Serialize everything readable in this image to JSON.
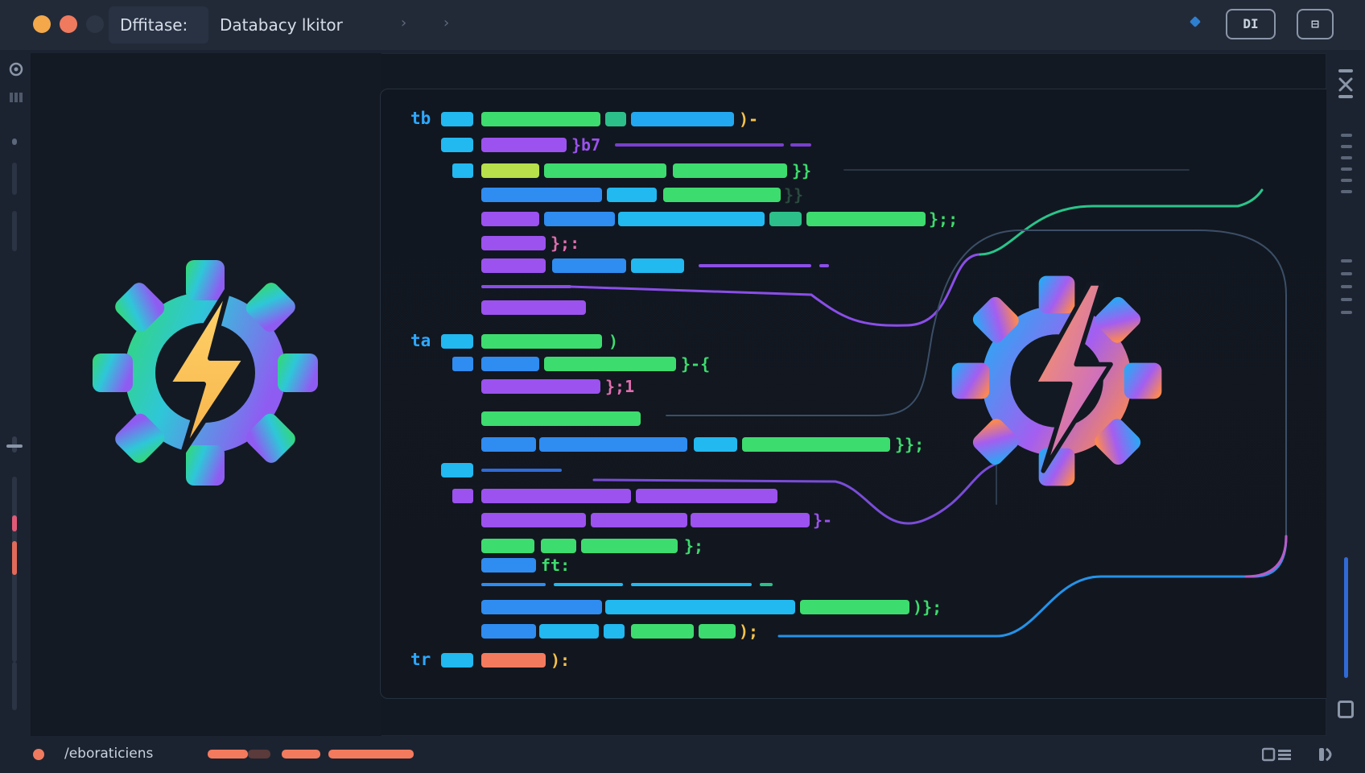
{
  "window": {
    "tabs": [
      {
        "label": "Dffitase:",
        "active": true
      },
      {
        "label": "Databacy lkitor",
        "active": false
      }
    ],
    "toolbar_buttons": [
      "DI",
      "⊟"
    ]
  },
  "code_gutter": [
    "tb",
    "ta",
    "tr"
  ],
  "code_punctuation": [
    ")-",
    "}b7",
    "}}",
    "}}",
    "};;",
    "};:",
    ")",
    "}-{",
    "};1",
    "}};",
    "}-",
    "};",
    "ft:",
    ")};",
    ");",
    "):"
  ],
  "status": {
    "path_label": "/eboraticiens"
  },
  "colors": {
    "green": "#3ddc6e",
    "teal": "#2cbf8a",
    "blue": "#2f8cf0",
    "cyan": "#22b8f0",
    "purple": "#9b52ee",
    "lime": "#b7e04a",
    "orange": "#f47a5e",
    "gear_left": [
      "#35d96a",
      "#2ec7d8",
      "#8f5cf2"
    ],
    "gear_right": [
      "#2aa8f5",
      "#a45ef0",
      "#ff8a4c"
    ]
  },
  "icons": [
    "gear-bolt-icon-left",
    "gear-bolt-icon-right",
    "settings-icon",
    "close-icon"
  ]
}
